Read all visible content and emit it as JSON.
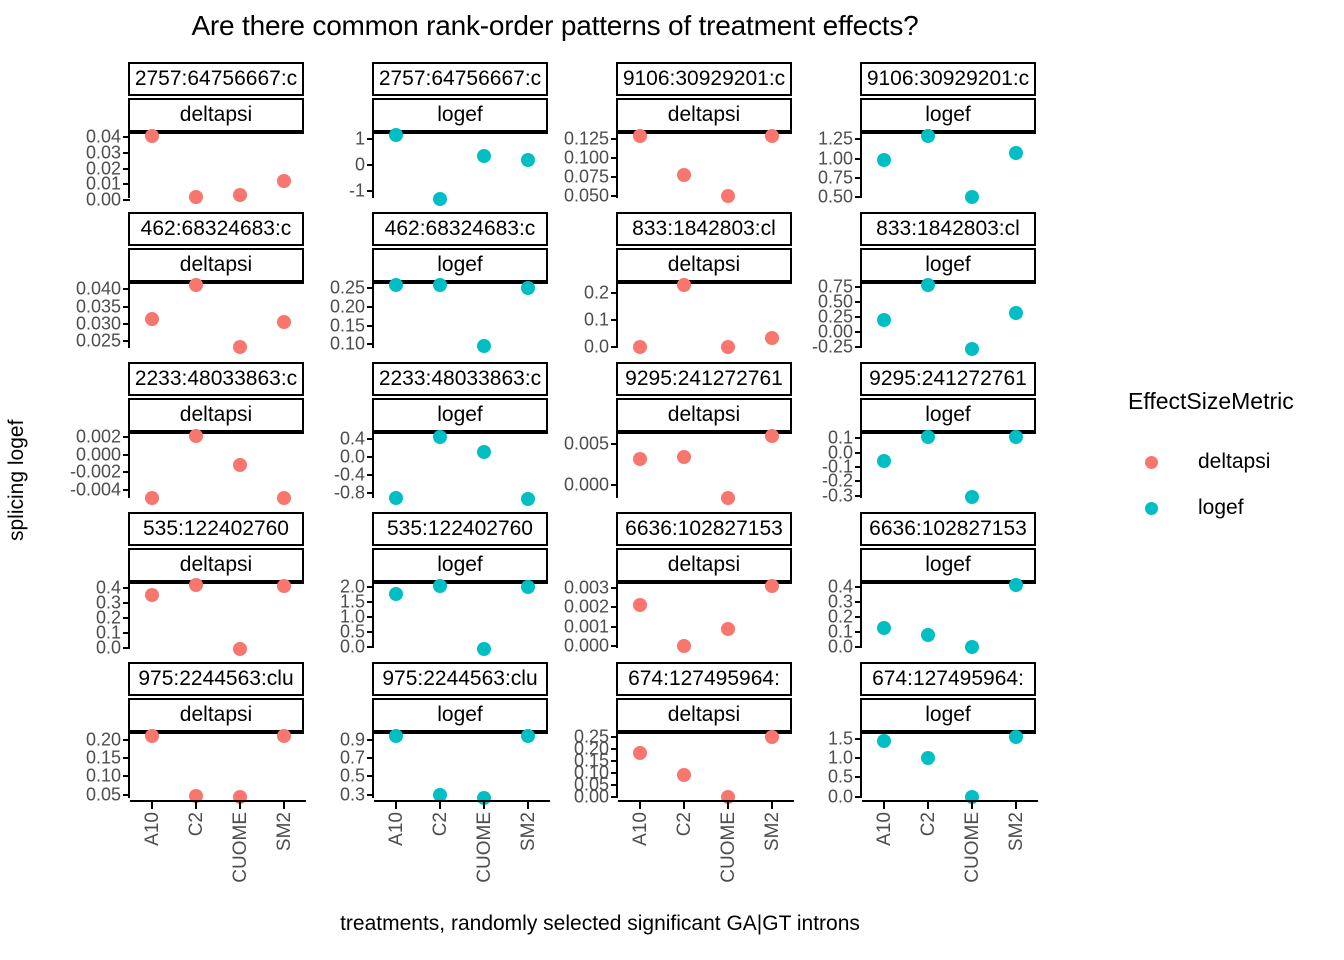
{
  "title": "Are there common rank-order patterns of treatment effects?",
  "xlabel": "treatments, randomly selected significant GA|GT introns",
  "ylabel": "splicing logef",
  "legend": {
    "title": "EffectSizeMetric",
    "items": [
      {
        "label": "deltapsi",
        "color": "#F8766D"
      },
      {
        "label": "logef",
        "color": "#00BFC4"
      }
    ]
  },
  "colors": {
    "deltapsi": "#F8766D",
    "logef": "#00BFC4",
    "panel_border": "#000000",
    "tick_text": "#4d4d4d",
    "background": "#ffffff"
  },
  "x_categories": [
    "A10",
    "C2",
    "CUOME",
    "SM2"
  ],
  "chart_data": {
    "type": "scatter",
    "title": "Are there common rank-order patterns of treatment effects?",
    "xlabel": "treatments, randomly selected significant GA|GT introns",
    "ylabel": "splicing logef",
    "legend_title": "EffectSizeMetric",
    "legend_position": "right",
    "grid": false,
    "facet_rows": 5,
    "facet_cols": 4,
    "categories": [
      "A10",
      "C2",
      "CUOME",
      "SM2"
    ],
    "panels": [
      {
        "row": 1,
        "col": 1,
        "strip_top": "2757:64756667:c",
        "strip_bottom": "deltapsi",
        "series": "deltapsi",
        "yticks": [
          "0.04",
          "0.03",
          "0.02",
          "0.01",
          "0.00"
        ],
        "ytickvals": [
          0.04,
          0.03,
          0.02,
          0.01,
          0.0
        ],
        "ylim": [
          0.0,
          0.042
        ],
        "values": [
          0.041,
          0.002,
          0.003,
          0.012
        ]
      },
      {
        "row": 1,
        "col": 2,
        "strip_top": "2757:64756667:c",
        "strip_bottom": "logef",
        "series": "logef",
        "yticks": [
          "1",
          "0",
          "-1"
        ],
        "ytickvals": [
          1,
          0,
          -1
        ],
        "ylim": [
          -1.35,
          1.2
        ],
        "values": [
          1.15,
          -1.3,
          0.35,
          0.2
        ]
      },
      {
        "row": 1,
        "col": 3,
        "strip_top": "9106:30929201:c",
        "strip_bottom": "deltapsi",
        "series": "deltapsi",
        "yticks": [
          "0.125",
          "0.100",
          "0.075",
          "0.050"
        ],
        "ytickvals": [
          0.125,
          0.1,
          0.075,
          0.05
        ],
        "ylim": [
          0.045,
          0.132
        ],
        "values": [
          0.129,
          0.078,
          0.05,
          0.13
        ]
      },
      {
        "row": 1,
        "col": 4,
        "strip_top": "9106:30929201:c",
        "strip_bottom": "logef",
        "series": "logef",
        "yticks": [
          "1.25",
          "1.00",
          "0.75",
          "0.50"
        ],
        "ytickvals": [
          1.25,
          1.0,
          0.75,
          0.5
        ],
        "ylim": [
          0.46,
          1.32
        ],
        "values": [
          0.98,
          1.3,
          0.5,
          1.07
        ]
      },
      {
        "row": 2,
        "col": 1,
        "strip_top": "462:68324683:c",
        "strip_bottom": "deltapsi",
        "series": "deltapsi",
        "yticks": [
          "0.040",
          "0.035",
          "0.030",
          "0.025"
        ],
        "ytickvals": [
          0.04,
          0.035,
          0.03,
          0.025
        ],
        "ylim": [
          0.0225,
          0.0415
        ],
        "values": [
          0.0315,
          0.0412,
          0.0235,
          0.0305
        ]
      },
      {
        "row": 2,
        "col": 2,
        "strip_top": "462:68324683:c",
        "strip_bottom": "logef",
        "series": "logef",
        "yticks": [
          "0.25",
          "0.20",
          "0.15",
          "0.10"
        ],
        "ytickvals": [
          0.25,
          0.2,
          0.15,
          0.1
        ],
        "ylim": [
          0.085,
          0.262
        ],
        "values": [
          0.258,
          0.26,
          0.095,
          0.252
        ]
      },
      {
        "row": 2,
        "col": 3,
        "strip_top": "833:1842803:cl",
        "strip_bottom": "deltapsi",
        "series": "deltapsi",
        "yticks": [
          "0.2",
          "0.1",
          "0.0"
        ],
        "ytickvals": [
          0.2,
          0.1,
          0.0
        ],
        "ylim": [
          -0.01,
          0.235
        ],
        "values": [
          0.002,
          0.232,
          0.0,
          0.035
        ]
      },
      {
        "row": 2,
        "col": 4,
        "strip_top": "833:1842803:cl",
        "strip_bottom": "logef",
        "series": "logef",
        "yticks": [
          "0.75",
          "0.50",
          "0.25",
          "0.00",
          "-0.25"
        ],
        "ytickvals": [
          0.75,
          0.5,
          0.25,
          0.0,
          -0.25
        ],
        "ylim": [
          -0.3,
          0.8
        ],
        "values": [
          0.2,
          0.78,
          -0.28,
          0.32
        ]
      },
      {
        "row": 3,
        "col": 1,
        "strip_top": "2233:48033863:c",
        "strip_bottom": "deltapsi",
        "series": "deltapsi",
        "yticks": [
          "0.002",
          "0.000",
          "-0.002",
          "-0.004"
        ],
        "ytickvals": [
          0.002,
          0.0,
          -0.002,
          -0.004
        ],
        "ylim": [
          -0.0052,
          0.0024
        ],
        "values": [
          -0.005,
          0.0022,
          -0.0012,
          -0.005
        ]
      },
      {
        "row": 3,
        "col": 2,
        "strip_top": "2233:48033863:c",
        "strip_bottom": "logef",
        "series": "logef",
        "yticks": [
          "0.4",
          "0.0",
          "-0.4",
          "-0.8"
        ],
        "ytickvals": [
          0.4,
          0.0,
          -0.4,
          -0.8
        ],
        "ylim": [
          -0.95,
          0.5
        ],
        "values": [
          -0.9,
          0.44,
          0.1,
          -0.92
        ]
      },
      {
        "row": 3,
        "col": 3,
        "strip_top": "9295:241272761",
        "strip_bottom": "deltapsi",
        "series": "deltapsi",
        "yticks": [
          "0.005",
          "0.000"
        ],
        "ytickvals": [
          0.005,
          0.0
        ],
        "ylim": [
          -0.0018,
          0.0062
        ],
        "values": [
          0.0032,
          0.0034,
          -0.0016,
          0.006
        ]
      },
      {
        "row": 3,
        "col": 4,
        "strip_top": "9295:241272761",
        "strip_bottom": "logef",
        "series": "logef",
        "yticks": [
          "0.1",
          "0.0",
          "-0.1",
          "-0.2",
          "-0.3"
        ],
        "ytickvals": [
          0.1,
          0.0,
          -0.1,
          -0.2,
          -0.3
        ],
        "ylim": [
          -0.33,
          0.13
        ],
        "values": [
          -0.06,
          0.11,
          -0.31,
          0.11
        ]
      },
      {
        "row": 4,
        "col": 1,
        "strip_top": "535:122402760",
        "strip_bottom": "deltapsi",
        "series": "deltapsi",
        "yticks": [
          "0.4",
          "0.3",
          "0.2",
          "0.1",
          "0.0"
        ],
        "ytickvals": [
          0.4,
          0.3,
          0.2,
          0.1,
          0.0
        ],
        "ylim": [
          -0.015,
          0.425
        ],
        "values": [
          0.35,
          0.415,
          -0.01,
          0.41
        ]
      },
      {
        "row": 4,
        "col": 2,
        "strip_top": "535:122402760",
        "strip_bottom": "logef",
        "series": "logef",
        "yticks": [
          "2.0",
          "1.5",
          "1.0",
          "0.5",
          "0.0"
        ],
        "ytickvals": [
          2.0,
          1.5,
          1.0,
          0.5,
          0.0
        ],
        "ylim": [
          -0.1,
          2.1
        ],
        "values": [
          1.78,
          2.05,
          -0.05,
          2.0
        ]
      },
      {
        "row": 4,
        "col": 3,
        "strip_top": "6636:102827153",
        "strip_bottom": "deltapsi",
        "series": "deltapsi",
        "yticks": [
          "0.003",
          "0.002",
          "0.001",
          "0.000"
        ],
        "ytickvals": [
          0.003,
          0.002,
          0.001,
          0.0
        ],
        "ylim": [
          -0.0002,
          0.0032
        ],
        "values": [
          0.0021,
          0.0,
          0.0009,
          0.0031
        ]
      },
      {
        "row": 4,
        "col": 4,
        "strip_top": "6636:102827153",
        "strip_bottom": "logef",
        "series": "logef",
        "yticks": [
          "0.4",
          "0.3",
          "0.2",
          "0.1",
          "0.0"
        ],
        "ytickvals": [
          0.4,
          0.3,
          0.2,
          0.1,
          0.0
        ],
        "ylim": [
          -0.02,
          0.42
        ],
        "values": [
          0.13,
          0.08,
          0.0,
          0.41
        ]
      },
      {
        "row": 5,
        "col": 1,
        "strip_top": "975:2244563:clu",
        "strip_bottom": "deltapsi",
        "series": "deltapsi",
        "yticks": [
          "0.20",
          "0.15",
          "0.10",
          "0.05"
        ],
        "ytickvals": [
          0.2,
          0.15,
          0.1,
          0.05
        ],
        "ylim": [
          0.035,
          0.215
        ],
        "values": [
          0.21,
          0.045,
          0.042,
          0.21
        ]
      },
      {
        "row": 5,
        "col": 2,
        "strip_top": "975:2244563:clu",
        "strip_bottom": "logef",
        "series": "logef",
        "yticks": [
          "0.9",
          "0.7",
          "0.5",
          "0.3"
        ],
        "ytickvals": [
          0.9,
          0.7,
          0.5,
          0.3
        ],
        "ylim": [
          0.24,
          0.97
        ],
        "values": [
          0.95,
          0.3,
          0.26,
          0.95
        ]
      },
      {
        "row": 5,
        "col": 3,
        "strip_top": "674:127495964:",
        "strip_bottom": "deltapsi",
        "series": "deltapsi",
        "yticks": [
          "0.25",
          "0.20",
          "0.15",
          "0.10",
          "0.05",
          "0.00"
        ],
        "ytickvals": [
          0.25,
          0.2,
          0.15,
          0.1,
          0.05,
          0.0
        ],
        "ylim": [
          -0.012,
          0.262
        ],
        "values": [
          0.185,
          0.09,
          0.0,
          0.25
        ]
      },
      {
        "row": 5,
        "col": 4,
        "strip_top": "674:127495964:",
        "strip_bottom": "logef",
        "series": "logef",
        "yticks": [
          "1.5",
          "1.0",
          "0.5",
          "0.0"
        ],
        "ytickvals": [
          1.5,
          1.0,
          0.5,
          0.0
        ],
        "ylim": [
          -0.08,
          1.62
        ],
        "values": [
          1.45,
          1.0,
          0.0,
          1.55
        ]
      }
    ]
  }
}
